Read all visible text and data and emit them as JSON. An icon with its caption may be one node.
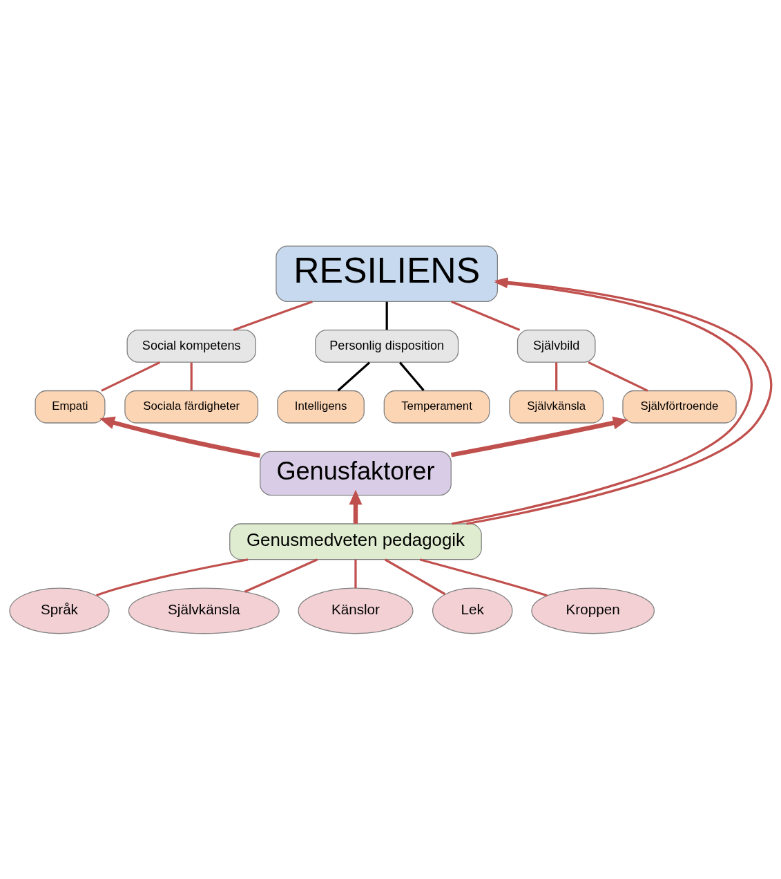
{
  "diagram": {
    "nodes": [
      {
        "text": [
          "RESILIENS"
        ]
      },
      {
        "text": [
          "Social kompetens"
        ]
      },
      {
        "text": [
          "Personlig disposition"
        ]
      },
      {
        "text": [
          "Självbild"
        ]
      },
      {
        "text": [
          "Intelligens"
        ]
      },
      {
        "text": [
          "Temperament"
        ]
      },
      {
        "text": [
          "Empati"
        ]
      },
      {
        "text": [
          "Sociala färdigheter"
        ]
      },
      {
        "text": [
          "Självkänsla"
        ]
      },
      {
        "text": [
          "Självförtroende"
        ]
      },
      {
        "text": [
          "Genusfaktorer"
        ]
      },
      {
        "text": [
          "Genusmedveten pedagogik"
        ]
      },
      {
        "text": [
          "Språk"
        ]
      },
      {
        "text": [
          "Självkänsla"
        ]
      },
      {
        "text": [
          "Känslor"
        ]
      },
      {
        "text": [
          "Lek"
        ]
      },
      {
        "text": [
          "Kroppen"
        ]
      }
    ],
    "edges": [
      {
        "from": 0,
        "to": 1,
        "arrow": "none",
        "color": "#c0504d"
      },
      {
        "from": 0,
        "to": 2,
        "arrow": "none",
        "color": "#000000"
      },
      {
        "from": 0,
        "to": 3,
        "arrow": "none",
        "color": "#c0504d"
      },
      {
        "from": 1,
        "to": 6,
        "arrow": "none",
        "color": "#c0504d"
      },
      {
        "from": 1,
        "to": 7,
        "arrow": "none",
        "color": "#c0504d"
      },
      {
        "from": 2,
        "to": 4,
        "arrow": "none",
        "color": "#000000"
      },
      {
        "from": 2,
        "to": 5,
        "arrow": "none",
        "color": "#000000"
      },
      {
        "from": 3,
        "to": 8,
        "arrow": "none",
        "color": "#c0504d"
      },
      {
        "from": 3,
        "to": 9,
        "arrow": "none",
        "color": "#c0504d"
      },
      {
        "from": 10,
        "to": 6,
        "arrow": "to",
        "style": "thick",
        "color": "#c0504d"
      },
      {
        "from": 10,
        "to": 9,
        "arrow": "to",
        "style": "thick",
        "color": "#c0504d"
      },
      {
        "from": 11,
        "to": 10,
        "arrow": "to",
        "style": "thick",
        "color": "#c0504d"
      },
      {
        "from": 11,
        "to": 0,
        "arrow": "to",
        "color": "#c0504d"
      },
      {
        "from": 11,
        "to": 0,
        "arrow": "to",
        "color": "#c0504d"
      },
      {
        "from": 11,
        "to": 12,
        "arrow": "none",
        "color": "#c0504d"
      },
      {
        "from": 11,
        "to": 15,
        "arrow": "none",
        "color": "#c0504d"
      },
      {
        "from": 11,
        "to": 13,
        "arrow": "none",
        "color": "#c0504d"
      },
      {
        "from": 11,
        "to": 16,
        "arrow": "none",
        "color": "#c0504d"
      },
      {
        "from": 11,
        "to": 14,
        "arrow": "none",
        "color": "#c0504d"
      }
    ]
  }
}
